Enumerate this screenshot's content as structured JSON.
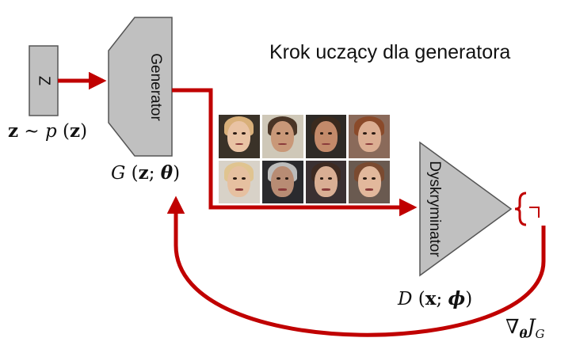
{
  "title": "Krok uczący dla generatora",
  "z_box_label": "Z",
  "generator_label": "Generator",
  "discriminator_label": "Dyskryminator",
  "formulas": {
    "z_dist": {
      "a": "z",
      "b": " ∼ ",
      "c": "p",
      "d": " (",
      "e": "z",
      "f": ")"
    },
    "G": {
      "a": "G",
      "b": " (",
      "c": "z",
      "d": "; ",
      "e": "θ",
      "f": ")"
    },
    "D": {
      "a": "D",
      "b": " (",
      "c": "x",
      "d": "; ",
      "e": "ϕ",
      "f": ")"
    },
    "grad": {
      "a": "∇",
      "b": "θ",
      "c": "J",
      "d": "G"
    }
  },
  "faces": [
    {
      "name": "face-1",
      "bg": "#3a3228",
      "skin": "#e9c3a4",
      "hair": "#d9b07a"
    },
    {
      "name": "face-2",
      "bg": "#cfc8b8",
      "skin": "#c99878",
      "hair": "#4a3526"
    },
    {
      "name": "face-3",
      "bg": "#2e2a26",
      "skin": "#c38a6a",
      "hair": "#3a2a1e"
    },
    {
      "name": "face-4",
      "bg": "#8a6a5a",
      "skin": "#dcae92",
      "hair": "#8a4a2a"
    },
    {
      "name": "face-5",
      "bg": "#d8d2c8",
      "skin": "#e6c0a0",
      "hair": "#e0c490"
    },
    {
      "name": "face-6",
      "bg": "#2a2a2e",
      "skin": "#b88c74",
      "hair": "#bcbcbc"
    },
    {
      "name": "face-7",
      "bg": "#3a3032",
      "skin": "#d9ae94",
      "hair": "#3e2a22"
    },
    {
      "name": "face-8",
      "bg": "#6a5a50",
      "skin": "#e2b89c",
      "hair": "#7a4a30"
    }
  ],
  "colors": {
    "arrow": "#c00000",
    "shape_fill": "#c0c0c0",
    "shape_stroke": "#555555"
  }
}
